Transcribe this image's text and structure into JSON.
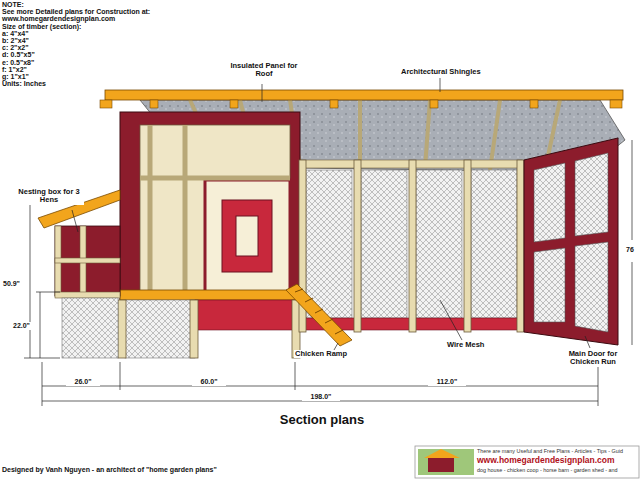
{
  "diagram": {
    "title": "Section plans",
    "labels": [
      "NOTE:",
      "See more Detailed plans for Construction at:",
      "www.homegardendesignplan.com",
      "Size of timber (section):",
      "a: 4\"x4\"",
      "b: 2\"x4\"",
      "c: 2\"x2\"",
      "d: 0.5\"x5\"",
      "e: 0.5\"x8\"",
      "f: 1\"x2\"",
      "g: 1\"x1\"",
      "Units: Inches",
      "Insulated Panel for Roof",
      "Architectural Shingles",
      "Nesting box for 3 Hens",
      "50.9\"",
      "22.0\"",
      "Chicken Ramp",
      "Wire Mesh",
      "Main Door for Chicken Run",
      "76",
      "26.0\"",
      "60.0\"",
      "112.0\"",
      "198.0\"",
      "Designed by Vanh Nguyen - an architect of \"home garden plans\"",
      "There are many Useful and Free Plans - Articles - Tips - Guid",
      "www.homegardendesignplan.com",
      "dog house - chicken coop - horse barn - garden shed - and"
    ]
  }
}
